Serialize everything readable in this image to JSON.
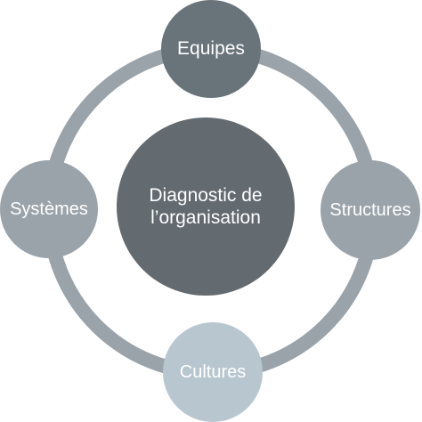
{
  "diagram": {
    "center": {
      "label": "Diagnostic de l’organisation"
    },
    "nodes": {
      "top": {
        "label": "Equipes"
      },
      "left": {
        "label": "Systèmes"
      },
      "right": {
        "label": "Structures"
      },
      "bottom": {
        "label": "Cultures"
      }
    }
  },
  "colors": {
    "ring": "#9aa3aa",
    "center_fill": "#636a70",
    "top_fill": "#69737a",
    "side_fill": "#9aa3aa",
    "bottom_fill": "#b8c6d0",
    "text": "#ffffff"
  }
}
